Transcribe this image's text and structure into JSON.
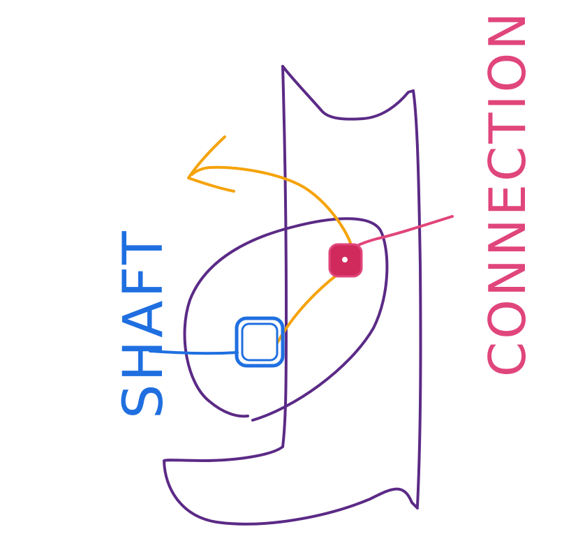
{
  "labels": {
    "shaft": "SHAFT",
    "connection": "CONNECTION"
  },
  "colors": {
    "outline": "#5b2a86",
    "shaft": "#1f6fe0",
    "connection": "#e0457b",
    "connection_fill": "#d02a5c",
    "motion_arrow": "#f5a30a",
    "background": "#ffffff"
  },
  "parts": {
    "frame": "vertical-frame",
    "crank_disc": "rotating-disc",
    "shaft_pin": "shaft-square",
    "connection_pin": "connection-point",
    "motion": "curved-arrow"
  }
}
